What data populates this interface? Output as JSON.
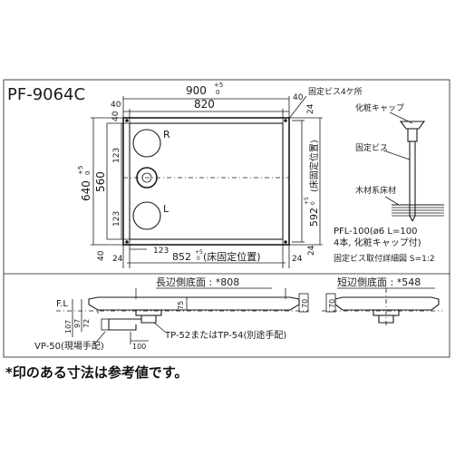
{
  "model": "PF-9064C",
  "plan": {
    "width_total": "900",
    "width_tol_up": "+5",
    "width_tol_dn": "0",
    "width_inner": "820",
    "height_total": "640",
    "height_tol_up": "+5",
    "height_tol_dn": "0",
    "height_inner": "560",
    "margin_40": "40",
    "margin_24": "24",
    "dim_123": "123",
    "fix_pos_h_value": "852",
    "fix_pos_h_tol_up": "+5",
    "fix_pos_h_tol_dn": "0",
    "fix_pos_h_note": "(床固定位置)",
    "fix_pos_v_value": "592",
    "fix_pos_v_tol_up": "+5",
    "fix_pos_v_tol_dn": "0",
    "fix_pos_v_note": "(床固定位置)",
    "label_R": "R",
    "label_L": "L",
    "screw_label": "固定ビス4ケ所"
  },
  "detail": {
    "cap_label": "化粧キャップ",
    "screw_label": "固定ビス",
    "floor_label": "木材系床材",
    "pfl_line1": "PFL-100(ø6 L=100",
    "pfl_line2": "4本, 化粧キャップ付)",
    "caption": "固定ビス取付詳細図 S=1:2"
  },
  "long_side": {
    "title": "長辺側底面 : *808",
    "fl": "F.L",
    "d107": "107",
    "d97": "97",
    "d72": "72",
    "d75": "75",
    "d70": "70",
    "d100": "100",
    "vp": "VP-50(現場手配)",
    "tp": "TP-52またはTP-54(別途手配)"
  },
  "short_side": {
    "title": "短辺側底面 : *548",
    "d70": "70"
  },
  "footnote": "*印のある寸法は参考値です。"
}
